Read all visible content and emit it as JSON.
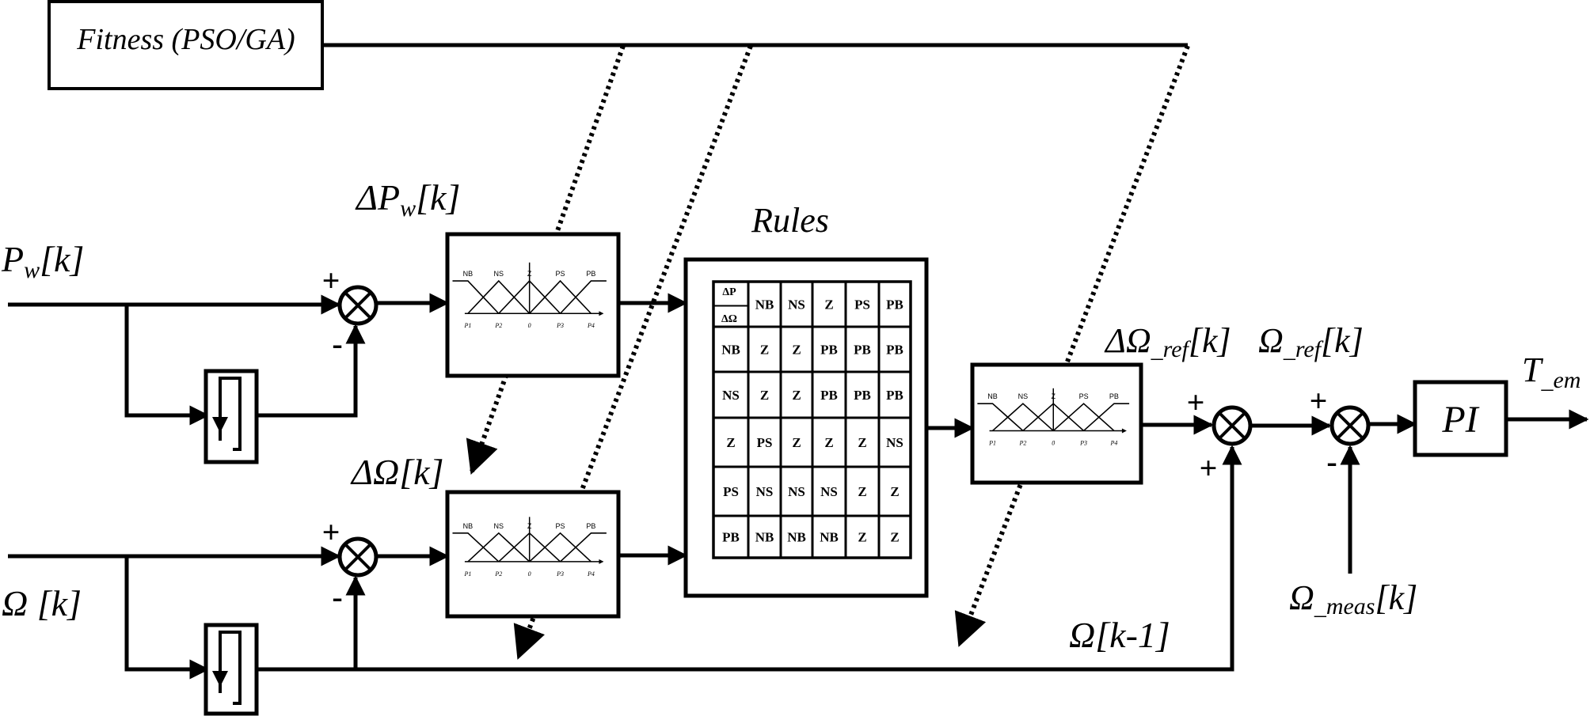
{
  "fitness_label": "Fitness (PSO/GA)",
  "signals": {
    "pw": "P",
    "pw_sub": "w",
    "pw_k": "[k]",
    "dpw_delta": "ΔP",
    "dpw_sub": "w",
    "dpw_k": "[k]",
    "omega": "Ω [k]",
    "domega": "ΔΩ[k]",
    "rules": "Rules",
    "domega_ref": "ΔΩ",
    "domega_ref_sub": "_ref",
    "domega_ref_k": "[k]",
    "omega_ref": "Ω",
    "omega_ref_sub": "_ref",
    "omega_ref_k": "[k]",
    "tem": "T",
    "tem_sub": "_em",
    "omega_meas": "Ω",
    "omega_meas_sub": "_meas",
    "omega_meas_k": "[k]",
    "omega_prev": "Ω[k-1]"
  },
  "signs": {
    "plus": "+",
    "minus": "-"
  },
  "pi_label": "PI",
  "membership": {
    "labels": [
      "NB",
      "NS",
      "Z",
      "PS",
      "PB"
    ],
    "axis_labels": [
      "P1",
      "P2",
      "0",
      "P3",
      "P4"
    ]
  },
  "rules_table": {
    "corner_top": "ΔP",
    "corner_bottom": "ΔΩ",
    "col_headers": [
      "NB",
      "NS",
      "Z",
      "PS",
      "PB"
    ],
    "rows": [
      {
        "header": "NB",
        "cells": [
          "Z",
          "Z",
          "PB",
          "PB",
          "PB"
        ]
      },
      {
        "header": "NS",
        "cells": [
          "Z",
          "Z",
          "PB",
          "PB",
          "PB"
        ]
      },
      {
        "header": "Z",
        "cells": [
          "PS",
          "Z",
          "Z",
          "Z",
          "NS"
        ]
      },
      {
        "header": "PS",
        "cells": [
          "NS",
          "NS",
          "NS",
          "Z",
          "Z"
        ]
      },
      {
        "header": "PB",
        "cells": [
          "NB",
          "NB",
          "NB",
          "Z",
          "Z"
        ]
      }
    ]
  }
}
